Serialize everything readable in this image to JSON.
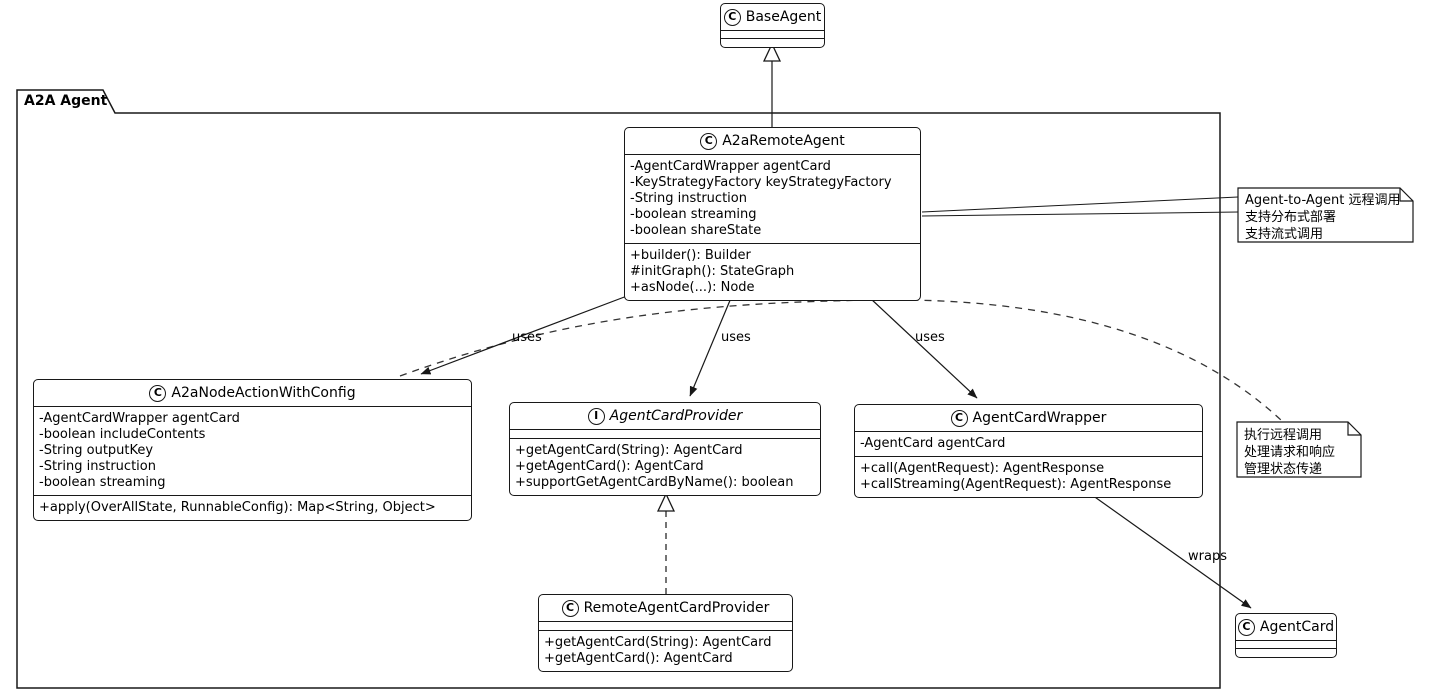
{
  "package": {
    "name": "A2A Agent"
  },
  "classes": {
    "baseAgent": {
      "icon": "C",
      "name": "BaseAgent"
    },
    "a2aRemoteAgent": {
      "icon": "C",
      "name": "A2aRemoteAgent",
      "fields": [
        "-AgentCardWrapper agentCard",
        "-KeyStrategyFactory keyStrategyFactory",
        "-String instruction",
        "-boolean streaming",
        "-boolean shareState"
      ],
      "methods": [
        "+builder(): Builder",
        "#initGraph(): StateGraph",
        "+asNode(...): Node"
      ]
    },
    "a2aNodeActionWithConfig": {
      "icon": "C",
      "name": "A2aNodeActionWithConfig",
      "fields": [
        "-AgentCardWrapper agentCard",
        "-boolean includeContents",
        "-String outputKey",
        "-String instruction",
        "-boolean streaming"
      ],
      "methods": [
        "+apply(OverAllState, RunnableConfig): Map<String, Object>"
      ]
    },
    "agentCardProvider": {
      "icon": "I",
      "name": "AgentCardProvider",
      "methods": [
        "+getAgentCard(String): AgentCard",
        "+getAgentCard(): AgentCard",
        "+supportGetAgentCardByName(): boolean"
      ]
    },
    "agentCardWrapper": {
      "icon": "C",
      "name": "AgentCardWrapper",
      "fields": [
        "-AgentCard agentCard"
      ],
      "methods": [
        "+call(AgentRequest): AgentResponse",
        "+callStreaming(AgentRequest): AgentResponse"
      ]
    },
    "remoteAgentCardProvider": {
      "icon": "C",
      "name": "RemoteAgentCardProvider",
      "methods": [
        "+getAgentCard(String): AgentCard",
        "+getAgentCard(): AgentCard"
      ]
    },
    "agentCard": {
      "icon": "C",
      "name": "AgentCard"
    }
  },
  "notes": {
    "note1": {
      "lines": [
        "Agent-to-Agent 远程调用",
        "支持分布式部署",
        "支持流式调用"
      ]
    },
    "note2": {
      "lines": [
        "执行远程调用",
        "处理请求和响应",
        "管理状态传递"
      ]
    }
  },
  "edge_labels": {
    "uses1": "uses",
    "uses2": "uses",
    "uses3": "uses",
    "wraps": "wraps"
  },
  "colors": {
    "stroke": "#181818",
    "fill": "#ffffff"
  }
}
